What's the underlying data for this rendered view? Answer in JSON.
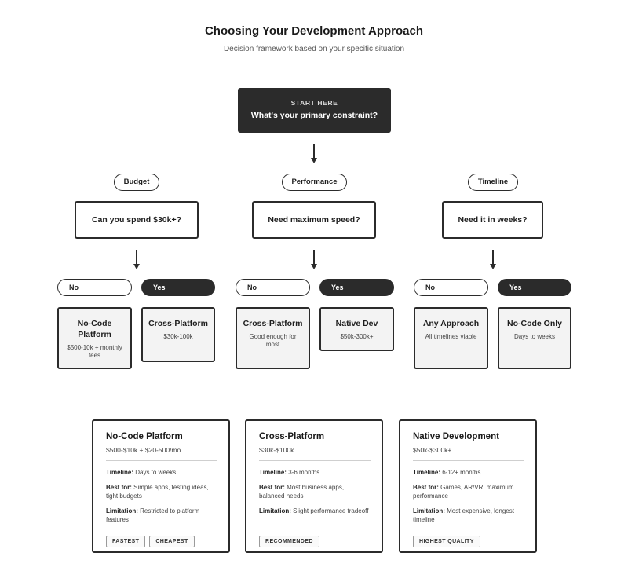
{
  "header": {
    "title": "Choosing Your Development Approach",
    "subtitle": "Decision framework based on your specific situation"
  },
  "start": {
    "kicker": "START HERE",
    "question": "What's your primary constraint?"
  },
  "branches": [
    {
      "constraint": "Budget",
      "question": "Can you spend $30k+?",
      "no_label": "No",
      "yes_label": "Yes",
      "no_result": {
        "title": "No-Code Platform",
        "sub": "$500-10k + monthly fees"
      },
      "yes_result": {
        "title": "Cross-Platform",
        "sub": "$30k-100k"
      }
    },
    {
      "constraint": "Performance",
      "question": "Need maximum speed?",
      "no_label": "No",
      "yes_label": "Yes",
      "no_result": {
        "title": "Cross-Platform",
        "sub": "Good enough for most"
      },
      "yes_result": {
        "title": "Native Dev",
        "sub": "$50k-300k+"
      }
    },
    {
      "constraint": "Timeline",
      "question": "Need it in weeks?",
      "no_label": "No",
      "yes_label": "Yes",
      "no_result": {
        "title": "Any Approach",
        "sub": "All timelines viable"
      },
      "yes_result": {
        "title": "No-Code Only",
        "sub": "Days to weeks"
      }
    }
  ],
  "cards": [
    {
      "title": "No-Code Platform",
      "price": "$500-$10k + $20-500/mo",
      "timeline_label": "Timeline:",
      "timeline": "Days to weeks",
      "best_label": "Best for:",
      "best": "Simple apps, testing ideas, tight budgets",
      "limit_label": "Limitation:",
      "limit": "Restricted to platform features",
      "tags": [
        "FASTEST",
        "CHEAPEST"
      ]
    },
    {
      "title": "Cross-Platform",
      "price": "$30k-$100k",
      "timeline_label": "Timeline:",
      "timeline": "3-6 months",
      "best_label": "Best for:",
      "best": "Most business apps, balanced needs",
      "limit_label": "Limitation:",
      "limit": "Slight performance tradeoff",
      "tags": [
        "RECOMMENDED"
      ]
    },
    {
      "title": "Native Development",
      "price": "$50k-$300k+",
      "timeline_label": "Timeline:",
      "timeline": "6-12+ months",
      "best_label": "Best for:",
      "best": "Games, AR/VR, maximum performance",
      "limit_label": "Limitation:",
      "limit": "Most expensive, longest timeline",
      "tags": [
        "HIGHEST QUALITY"
      ]
    }
  ]
}
